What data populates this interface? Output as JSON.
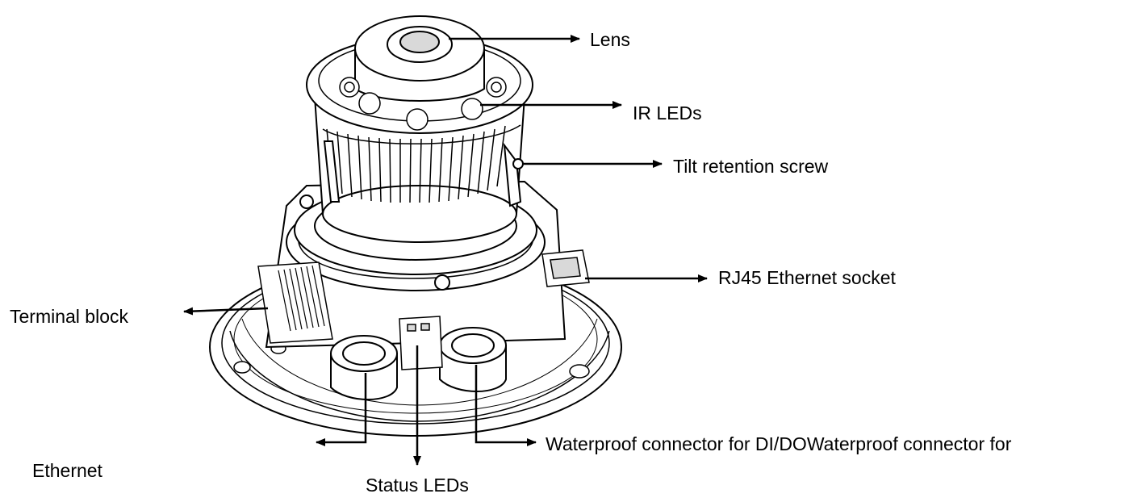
{
  "labels": {
    "lens": "Lens",
    "ir_leds": "IR LEDs",
    "tilt_retention_screw": "Tilt retention screw",
    "rj45_ethernet_socket": "RJ45 Ethernet socket",
    "terminal_block": "Terminal block",
    "waterproof_connector": "Waterproof connector for DI/DOWaterproof connector for",
    "ethernet": "Ethernet",
    "status_leds": "Status LEDs"
  },
  "colors": {
    "line": "#000000",
    "background": "#ffffff",
    "drawing_fill": "#ffffff",
    "shade": "#d9d9d9"
  }
}
